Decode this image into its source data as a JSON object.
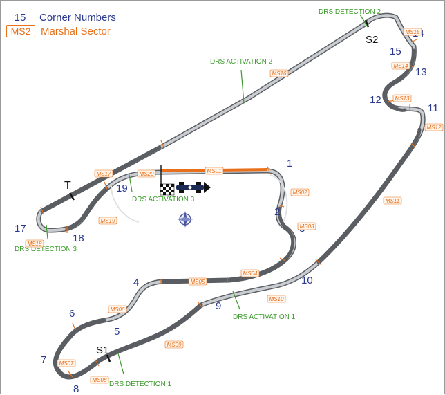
{
  "legend": {
    "corner_sample": "15",
    "corner_label": "Corner Numbers",
    "marshal_sample": "MS2",
    "marshal_label": "Marshal Sector"
  },
  "colors": {
    "track_dark": "#5a5d62",
    "track_light": "#c9ccd0",
    "corner_number": "#2b3a8f",
    "marshal": "#e8701a",
    "drs": "#3a9a2a",
    "sector_mark": "#111111"
  },
  "corners": [
    "1",
    "2",
    "3",
    "4",
    "5",
    "6",
    "7",
    "8",
    "9",
    "10",
    "11",
    "12",
    "13",
    "14",
    "15",
    "17",
    "18",
    "19"
  ],
  "marshal_sectors": [
    "MS01",
    "MS02",
    "MS03",
    "MS04",
    "MS05",
    "MS06",
    "MS07",
    "MS08",
    "MS09",
    "MS10",
    "MS11",
    "MS12",
    "MS13",
    "MS14",
    "MS15",
    "MS16",
    "MS17",
    "MS18",
    "MS19",
    "MS20"
  ],
  "drs": [
    "DRS DETECTION 2",
    "DRS ACTIVATION 2",
    "DRS ACTIVATION 3",
    "DRS DETECTION 3",
    "DRS ACTIVATION 1",
    "DRS DETECTION 1"
  ],
  "sector_markers": [
    "S1",
    "S2",
    "T"
  ],
  "icons": [
    "checkered-flag-icon",
    "race-car-icon",
    "compass-icon"
  ]
}
